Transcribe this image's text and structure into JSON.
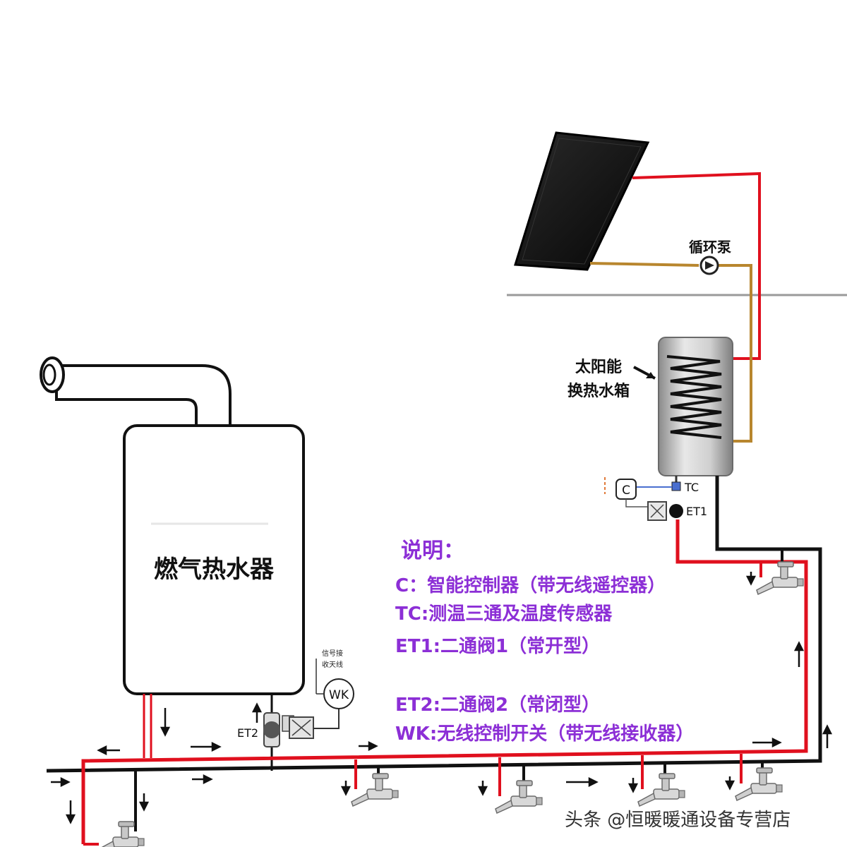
{
  "labels": {
    "heater": "燃气热水器",
    "pump": "循环泵",
    "tank_line1": "太阳能",
    "tank_line2": "换热水箱",
    "tc": "TC",
    "c": "C",
    "et1": "ET1",
    "et2": "ET2",
    "wk": "WK",
    "antenna_line1": "信号接",
    "antenna_line2": "收天线"
  },
  "legend": {
    "title": "说明：",
    "items": [
      "C：智能控制器（带无线遥控器）",
      "TC:测温三通及温度传感器",
      "ET1:二通阀1（常开型）",
      "ET2:二通阀2（常闭型）",
      "WK:无线控制开关（带无线接收器）"
    ]
  },
  "watermark": "头条 @恒暖暖通设备专营店",
  "colors": {
    "hot_pipe": "#e0101e",
    "cold_pipe": "#111111",
    "solar_loop": "#b8862e",
    "legend_text": "#8c2fd6",
    "panel": "#141414"
  }
}
